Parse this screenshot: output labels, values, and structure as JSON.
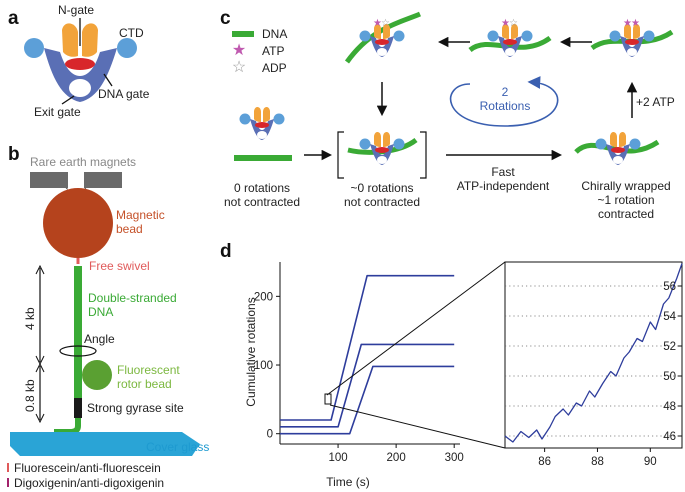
{
  "panels": {
    "a": "a",
    "b": "b",
    "c": "c",
    "d": "d"
  },
  "panel_a": {
    "n_gate": "N-gate",
    "ctd": "CTD",
    "dna_gate": "DNA gate",
    "exit_gate": "Exit gate"
  },
  "panel_b": {
    "magnets": "Rare earth magnets",
    "bead_line1": "Magnetic",
    "bead_line2": "bead",
    "swivel": "Free swivel",
    "dna_line1": "Double-stranded",
    "dna_line2": "DNA",
    "kb4": "4 kb",
    "kb08": "0.8 kb",
    "angle": "Angle",
    "rotor_line1": "Fluorescent",
    "rotor_line2": "rotor bead",
    "gyrase_site": "Strong gyrase site",
    "cover_glass": "Cover glass",
    "legend_fluor": "Fluorescein/anti-fluorescein",
    "legend_dig": "Digoxigenin/anti-digoxigenin"
  },
  "panel_c": {
    "legend_dna": "DNA",
    "legend_atp": "ATP",
    "legend_adp": "ADP",
    "state0_line1": "0 rotations",
    "state0_line2": "not contracted",
    "state1_line1": "~0 rotations",
    "state1_line2": "not contracted",
    "fast_line1": "Fast",
    "fast_line2": "ATP-independent",
    "wrapped_line1": "Chirally wrapped",
    "wrapped_line2": "~1 rotation",
    "wrapped_line3": "contracted",
    "plus_atp": "+2 ATP",
    "rot_line1": "2",
    "rot_line2": "Rotations"
  },
  "colors": {
    "dna": "#3aaa35",
    "protein_blue": "#5a6fb5",
    "protein_orange": "#f2a33a",
    "gate_red": "#d8262b",
    "ctd_blue": "#5c9fd8",
    "bead": "#b5431d",
    "rotor": "#5aa032",
    "glass": "#2aa4d6",
    "trace": "#2e3d9c",
    "rotation_arrow": "#3a5fb0",
    "atp_star": "#c05ab0"
  },
  "chart_data": [
    {
      "type": "line",
      "xlabel": "Time (s)",
      "ylabel": "Cumulative rotations",
      "xlim": [
        0,
        310
      ],
      "ylim": [
        -15,
        250
      ],
      "xticks": [
        "100",
        "200",
        "300"
      ],
      "yticks": [
        "0",
        "100",
        "200"
      ],
      "series": [
        {
          "x": [
            0,
            88,
            150,
            300
          ],
          "values": [
            20,
            20,
            230,
            230
          ]
        },
        {
          "x": [
            0,
            100,
            140,
            300
          ],
          "values": [
            10,
            10,
            130,
            130
          ]
        },
        {
          "x": [
            0,
            120,
            160,
            300
          ],
          "values": [
            0,
            0,
            98,
            98
          ]
        }
      ]
    },
    {
      "type": "line",
      "xlim": [
        84.5,
        91.2
      ],
      "ylim": [
        45.2,
        57.6
      ],
      "xticks": [
        "86",
        "88",
        "90"
      ],
      "yticks": [
        "46",
        "48",
        "50",
        "52",
        "54",
        "56"
      ],
      "grid": true,
      "series": [
        {
          "x": [
            84.5,
            84.8,
            85.1,
            85.4,
            85.7,
            85.9,
            86.2,
            86.4,
            86.7,
            86.9,
            87.2,
            87.4,
            87.7,
            87.9,
            88.2,
            88.5,
            88.7,
            89.0,
            89.2,
            89.5,
            89.7,
            90.0,
            90.2,
            90.5,
            90.7,
            91.0,
            91.2
          ],
          "values": [
            46.0,
            45.6,
            46.3,
            45.9,
            46.4,
            45.8,
            46.6,
            47.3,
            47.8,
            47.4,
            48.2,
            48.0,
            49.0,
            48.6,
            49.5,
            50.3,
            50.0,
            51.2,
            51.6,
            52.5,
            52.3,
            53.6,
            53.1,
            54.8,
            55.2,
            56.5,
            57.5
          ]
        }
      ]
    }
  ]
}
